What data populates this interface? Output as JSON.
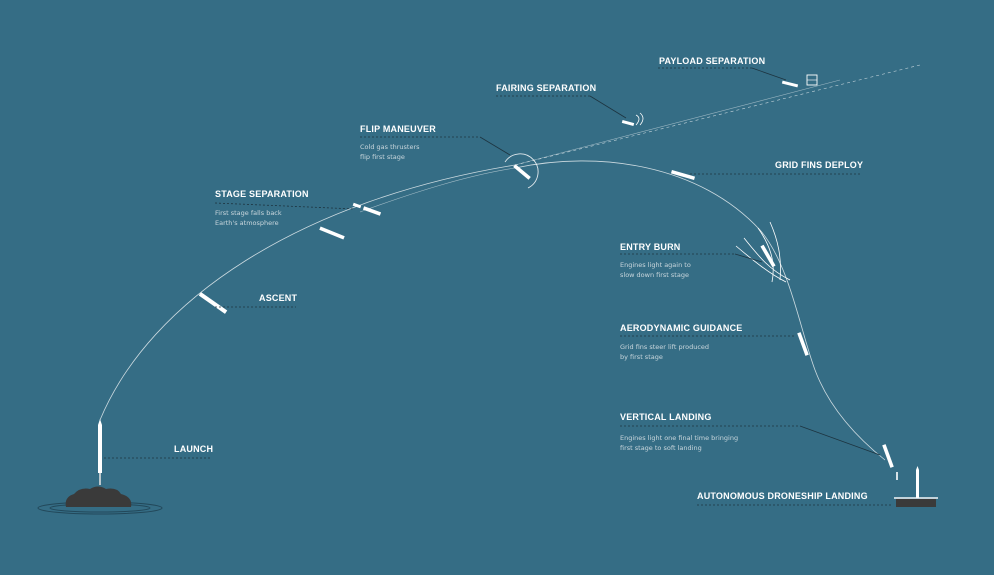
{
  "colors": {
    "background": "#356d85",
    "trajectory": "#ffffff",
    "leader": "#1d3440",
    "platform": "#3a3a3a"
  },
  "stages": [
    {
      "id": "launch",
      "label": "LAUNCH",
      "desc": []
    },
    {
      "id": "ascent",
      "label": "ASCENT",
      "desc": []
    },
    {
      "id": "stage-separation",
      "label": "STAGE SEPARATION",
      "desc": [
        "First stage falls back",
        "Earth's atmosphere"
      ]
    },
    {
      "id": "flip-maneuver",
      "label": "FLIP MANEUVER",
      "desc": [
        "Cold gas thrusters",
        "flip first stage"
      ]
    },
    {
      "id": "fairing-separation",
      "label": "FAIRING SEPARATION",
      "desc": []
    },
    {
      "id": "payload-separation",
      "label": "PAYLOAD SEPARATION",
      "desc": []
    },
    {
      "id": "grid-fins-deploy",
      "label": "GRID FINS DEPLOY",
      "desc": []
    },
    {
      "id": "entry-burn",
      "label": "ENTRY BURN",
      "desc": [
        "Engines light again to",
        "slow down first stage"
      ]
    },
    {
      "id": "aerodynamic-guidance",
      "label": "AERODYNAMIC GUIDANCE",
      "desc": [
        "Grid fins steer lift produced",
        "by first stage"
      ]
    },
    {
      "id": "vertical-landing",
      "label": "VERTICAL LANDING",
      "desc": [
        "Engines light one final time bringing",
        "first stage to soft landing"
      ]
    },
    {
      "id": "autonomous-droneship-landing",
      "label": "AUTONOMOUS DRONESHIP LANDING",
      "desc": []
    }
  ]
}
